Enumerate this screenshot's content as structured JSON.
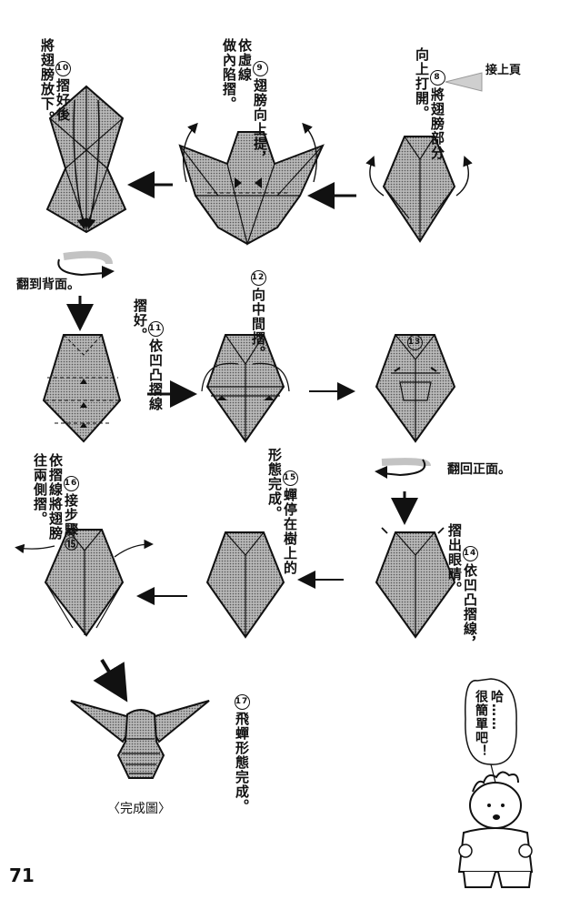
{
  "page_number": "71",
  "continue_label": "接上頁",
  "steps": [
    {
      "num": "8",
      "text": "將翅膀部分\n向上打開。"
    },
    {
      "num": "9",
      "text": "翅膀向上提，\n依虛線\n做內陷摺。"
    },
    {
      "num": "10",
      "text": "摺好後\n將翅膀放下。"
    },
    {
      "num": "11",
      "text": "依凹凸摺線\n摺好。"
    },
    {
      "num": "12",
      "text": "向中間摺。"
    },
    {
      "num": "13",
      "text": ""
    },
    {
      "num": "14",
      "text": "依凹凸摺線，\n摺出眼睛。"
    },
    {
      "num": "15",
      "text": "蟬停在樹上的\n形態完成。"
    },
    {
      "num": "16",
      "text": "接步驟⑮\n依摺線將翅膀\n往兩側摺。"
    },
    {
      "num": "17",
      "text": "飛蟬形態完成。"
    }
  ],
  "turn_over_back": "翻到背面。",
  "turn_over_front": "翻回正面。",
  "speech_bubble": "哈……\n很簡單吧！",
  "caption": "〈完成圖〉",
  "colors": {
    "paper": "#a8a8a8",
    "paper_dark": "#8c8c8c",
    "ink": "#111111"
  }
}
